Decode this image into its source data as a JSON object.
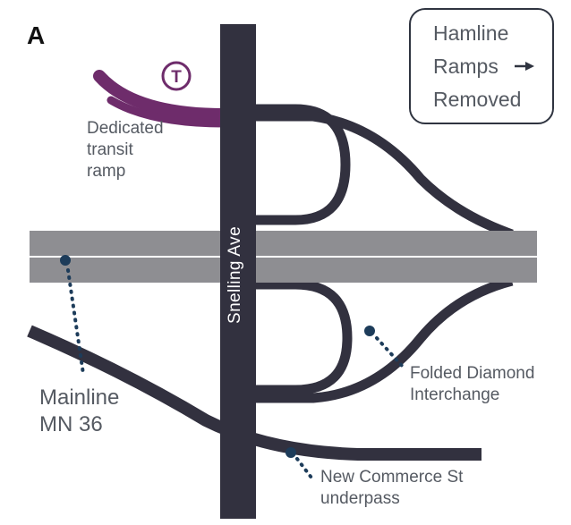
{
  "panel_label": "A",
  "legend": {
    "line1": "Hamline",
    "line2": "Ramps",
    "line3": "Removed",
    "arrow_icon": "arrow-right-icon"
  },
  "labels": {
    "transit_line1": "Dedicated",
    "transit_line2": "transit",
    "transit_line3": "ramp",
    "transit_badge": "T",
    "street": "Snelling Ave",
    "mainline_line1": "Mainline",
    "mainline_line2": "MN 36",
    "folded_line1": "Folded Diamond",
    "folded_line2": "Interchange",
    "commerce_line1": "New Commerce St",
    "commerce_line2": "underpass"
  },
  "colors": {
    "road": "#32313f",
    "highway": "#8e8e92",
    "transit": "#6e2c6b",
    "dot": "#1d3c5a",
    "text": "#555a62"
  }
}
